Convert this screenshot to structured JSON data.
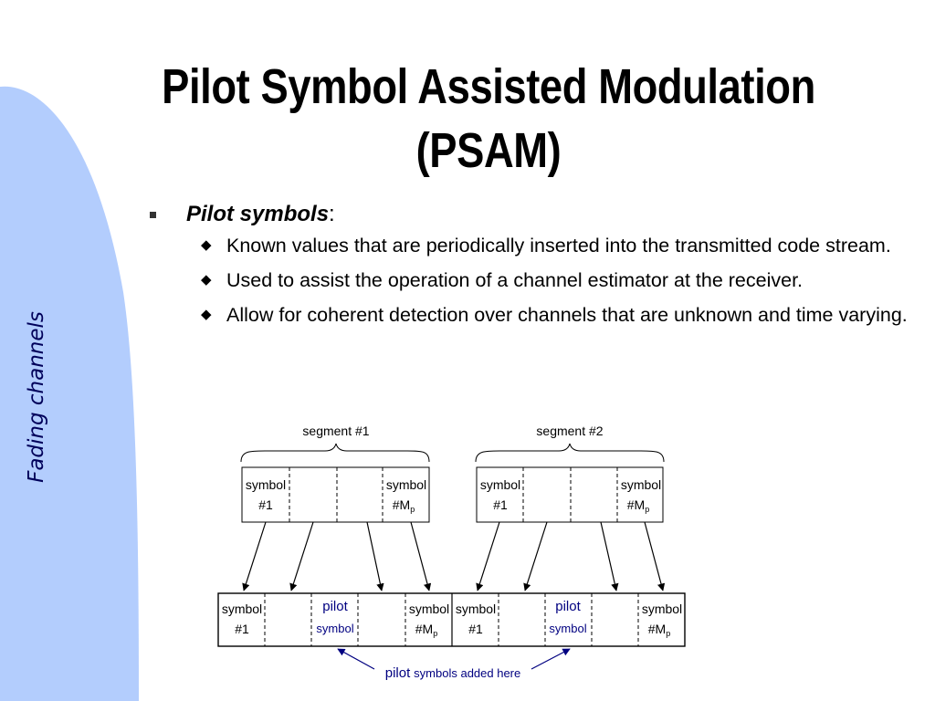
{
  "sidebar": {
    "label": "Fading channels",
    "color": "#b3cdfd"
  },
  "title": {
    "line1": "Pilot Symbol Assisted Modulation",
    "line2": "(PSAM)"
  },
  "bullets": {
    "main": {
      "term": "Pilot symbols",
      "suffix": ":"
    },
    "sub": [
      "Known values that are periodically inserted into the transmitted code stream.",
      "Used to assist the operation of a channel estimator at the receiver.",
      "Allow for coherent detection over channels that are unknown and time varying."
    ]
  },
  "diagram": {
    "segment1_label": "segment #1",
    "segment2_label": "segment #2",
    "symbol_word": "symbol",
    "first_index": "#1",
    "last_index": "#M",
    "last_index_sub": "p",
    "pilot_word": "pilot",
    "annotation_pilot": "pilot",
    "annotation_rest": "symbols added here",
    "pilot_color": "#000080"
  }
}
